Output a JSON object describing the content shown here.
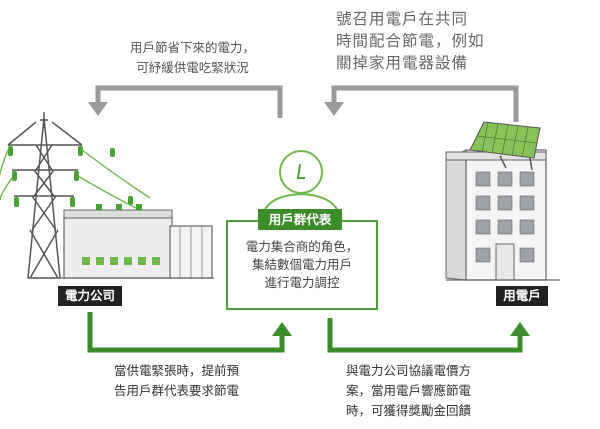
{
  "notes": {
    "top_left": "用戶節省下來的電力，\n可紓緩供電吃緊狀況",
    "top_right": "號召用電戶在共同\n時間配合節電，例如\n關掉家用電器設備",
    "bottom_left": "當供電緊張時，提前預\n告用戶群代表要求節電",
    "bottom_right": "與電力公司協議電價方\n案，當用電戶響應節電\n時，可獲得獎勵金回饋"
  },
  "labels": {
    "power_company": "電力公司",
    "electricity_user": "用電戶",
    "representative_title": "用戶群代表",
    "representative_desc": "電力集合商的角色，\n集結數個電力用戶\n進行電力調控"
  },
  "colors": {
    "accent_green": "#4aa136",
    "dark_green": "#3c8c2c",
    "arrow_gray": "#999999",
    "label_black": "#222222"
  },
  "icons": [
    "power-tower-icon",
    "power-plant-icon",
    "person-icon",
    "office-building-icon",
    "solar-panel-icon"
  ]
}
